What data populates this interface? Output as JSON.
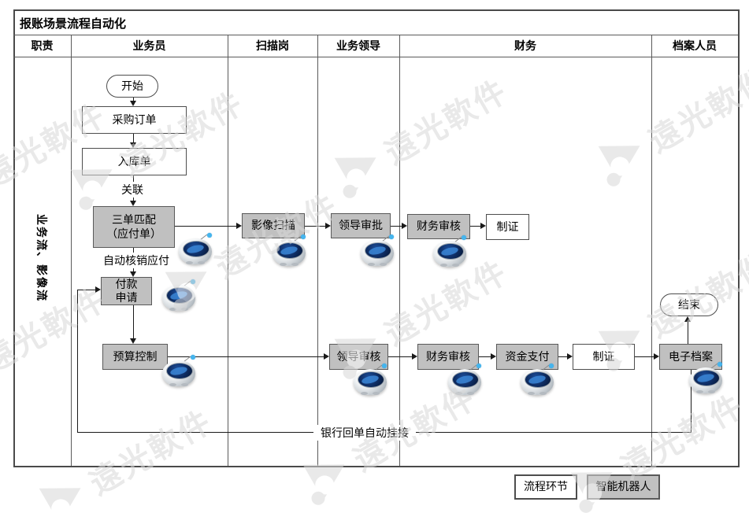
{
  "title": "报账场景流程自动化",
  "lanes": [
    {
      "label": "职责"
    },
    {
      "label": "业务员"
    },
    {
      "label": "扫描岗"
    },
    {
      "label": "业务领导"
    },
    {
      "label": "财务"
    },
    {
      "label": "档案人员"
    }
  ],
  "side_label": "业务流、影像流",
  "nodes": {
    "start": "开始",
    "purchase_order": "采购订单",
    "warehouse_receipt": "入库单",
    "three_way_match_line1": "三单匹配",
    "three_way_match_line2": "（应付单）",
    "payment_request_line1": "付款",
    "payment_request_line2": "申请",
    "budget_control": "预算控制",
    "image_scan": "影像扫描",
    "leader_approval": "领导审批",
    "finance_audit_1": "财务审核",
    "voucher_1": "制证",
    "leader_review": "领导审核",
    "finance_audit_2": "财务审核",
    "fund_payment": "资金支付",
    "voucher_2": "制证",
    "e_archive": "电子档案",
    "end": "结束"
  },
  "edge_labels": {
    "relate": "关联",
    "auto_writeoff": "自动核销应付",
    "bank_receipt": "银行回单自动挂接"
  },
  "legend": {
    "process_step": "流程环节",
    "smart_robot": "智能机器人"
  },
  "watermark": {
    "text": "遠光軟件"
  },
  "colors": {
    "robot_step_fill": "#c0c0c0",
    "process_fill": "#ffffff",
    "table_border": "#4a4a4a",
    "flow_line": "#1a1a1a",
    "watermark": "#d8d8d8"
  }
}
